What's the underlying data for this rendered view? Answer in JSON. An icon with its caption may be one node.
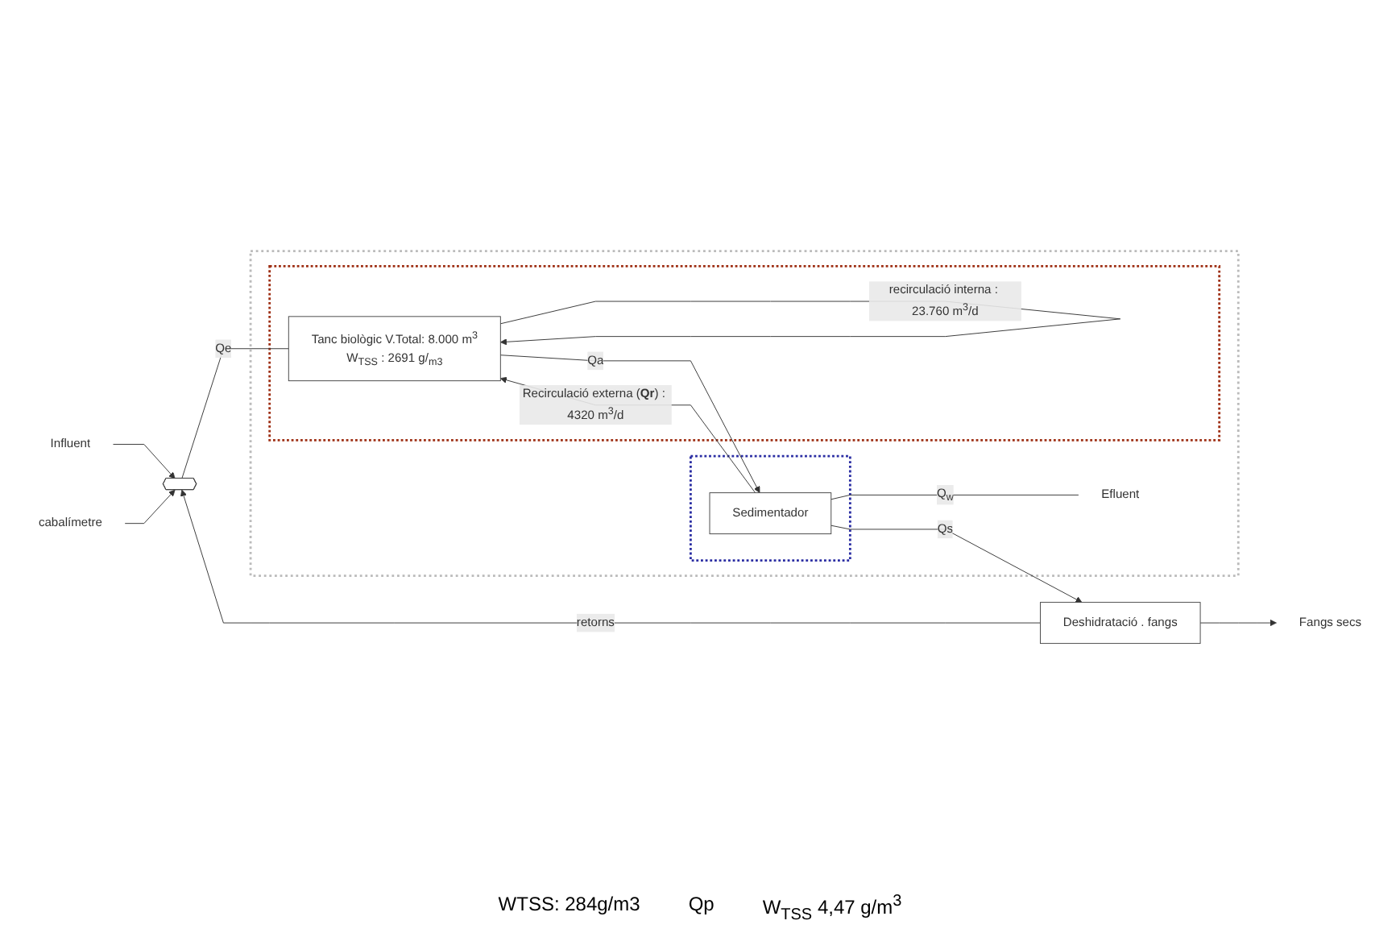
{
  "diagram": {
    "nodes": [
      {
        "text": [
          "Influent"
        ]
      },
      {
        "text": [],
        "shape": "box"
      },
      {
        "text": [],
        "shape": "box",
        "in": 1
      },
      {
        "text": [
          "Tanc biològic V.Total: 8.000 m$^{3}$",
          "W$_{TSS}$ : 2691 g/$_{m3}$"
        ],
        "in": 2
      },
      {
        "text": [
          "cabalímetre"
        ]
      },
      {
        "text": [],
        "shape": "octagon"
      },
      {
        "text": [],
        "shape": "box",
        "in": 1
      },
      {
        "text": [
          "Sedimentador"
        ],
        "in": 6
      },
      {
        "text": [
          "Efluent"
        ],
        "in": 1
      },
      {
        "text": [
          "Deshidratació . fangs"
        ]
      },
      {
        "text": [
          "Fangs secs"
        ]
      }
    ],
    "edges": [
      {
        "from": 0,
        "to": 5,
        "arrow": "to"
      },
      {
        "from": 4,
        "to": 5,
        "arrow": "to"
      },
      {
        "from": 5,
        "to": 3,
        "arrow": "none",
        "label": "Qe"
      },
      {
        "from": 3,
        "to": 3,
        "arrow": "to",
        "label": "recirculació interna : 23.760 m$^{3}$/d"
      },
      {
        "from": 3,
        "to": 7,
        "arrow": "to",
        "label": "Qa"
      },
      {
        "from": 7,
        "to": 8,
        "arrow": "none",
        "label": "Q$_{w}$"
      },
      {
        "from": 7,
        "to": 3,
        "arrow": "to",
        "label": "Recirculació externa (**Qr**) : 4320 m$^{3}$/d"
      },
      {
        "from": 7,
        "to": 9,
        "arrow": "to",
        "label": "Qs"
      },
      {
        "from": 9,
        "to": 5,
        "arrow": "to",
        "label": "retorns"
      },
      {
        "from": 9,
        "to": 10,
        "arrow": "to"
      }
    ],
    "labels": [
      "WTSS: 284g/m3",
      "Qp",
      "W$_{TSS}$ 4,47 g/m$^{3}$"
    ]
  }
}
